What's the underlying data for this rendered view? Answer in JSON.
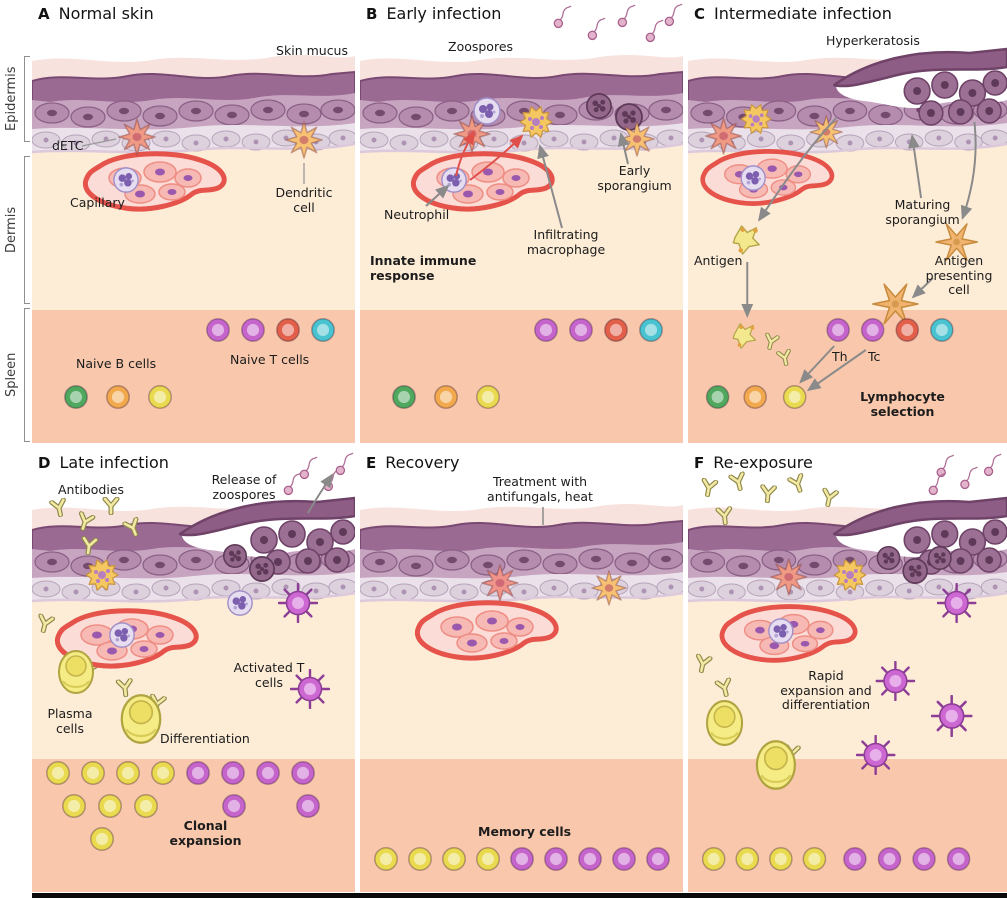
{
  "figure": {
    "side_labels": {
      "epidermis": "Epidermis",
      "dermis": "Dermis",
      "spleen": "Spleen"
    },
    "colors": {
      "naive_t_purple": "#c565cc",
      "naive_t_red": "#e2604a",
      "naive_t_cyan": "#49c3cf",
      "naive_b_green": "#4fa85e",
      "naive_b_orange": "#f2a94e",
      "naive_b_yellow": "#e9da50",
      "capillary_red": "#e5534b",
      "dendritic_orange": "#f6c173",
      "detc_pink": "#ef9a85",
      "sporangium_purple": "#93688b",
      "dermis": "#fdecd6",
      "spleen": "#f9c8ac"
    },
    "panels": {
      "a": {
        "letter": "A",
        "title": "Normal skin",
        "labels": {
          "skin_mucus": "Skin mucus",
          "detc": "dETC",
          "capillary": "Capillary",
          "dendritic_cell": "Dendritic cell",
          "naive_b_cells": "Naive B cells",
          "naive_t_cells": "Naive T cells"
        }
      },
      "b": {
        "letter": "B",
        "title": "Early infection",
        "labels": {
          "zoospores": "Zoospores",
          "neutrophil": "Neutrophil",
          "early_sporangium": "Early sporangium",
          "infiltrating_macrophage": "Infiltrating macrophage",
          "innate_immune_response": "Innate immune response"
        }
      },
      "c": {
        "letter": "C",
        "title": "Intermediate infection",
        "labels": {
          "hyperkeratosis": "Hyperkeratosis",
          "maturing_sporangium": "Maturing sporangium",
          "antigen": "Antigen",
          "antigen_presenting_cell": "Antigen presenting cell",
          "th": "Th",
          "tc": "Tc",
          "lymphocyte_selection": "Lymphocyte selection"
        }
      },
      "d": {
        "letter": "D",
        "title": "Late infection",
        "labels": {
          "antibodies": "Antibodies",
          "release_of_zoospores": "Release of zoospores",
          "activated_t_cells": "Activated T cells",
          "plasma_cells": "Plasma cells",
          "differentiation": "Differentiation",
          "clonal_expansion": "Clonal expansion"
        }
      },
      "e": {
        "letter": "E",
        "title": "Recovery",
        "labels": {
          "treatment": "Treatment with antifungals, heat",
          "memory_cells": "Memory cells"
        }
      },
      "f": {
        "letter": "F",
        "title": "Re-exposure",
        "labels": {
          "rapid_expansion": "Rapid expansion and differentiation"
        }
      }
    }
  }
}
